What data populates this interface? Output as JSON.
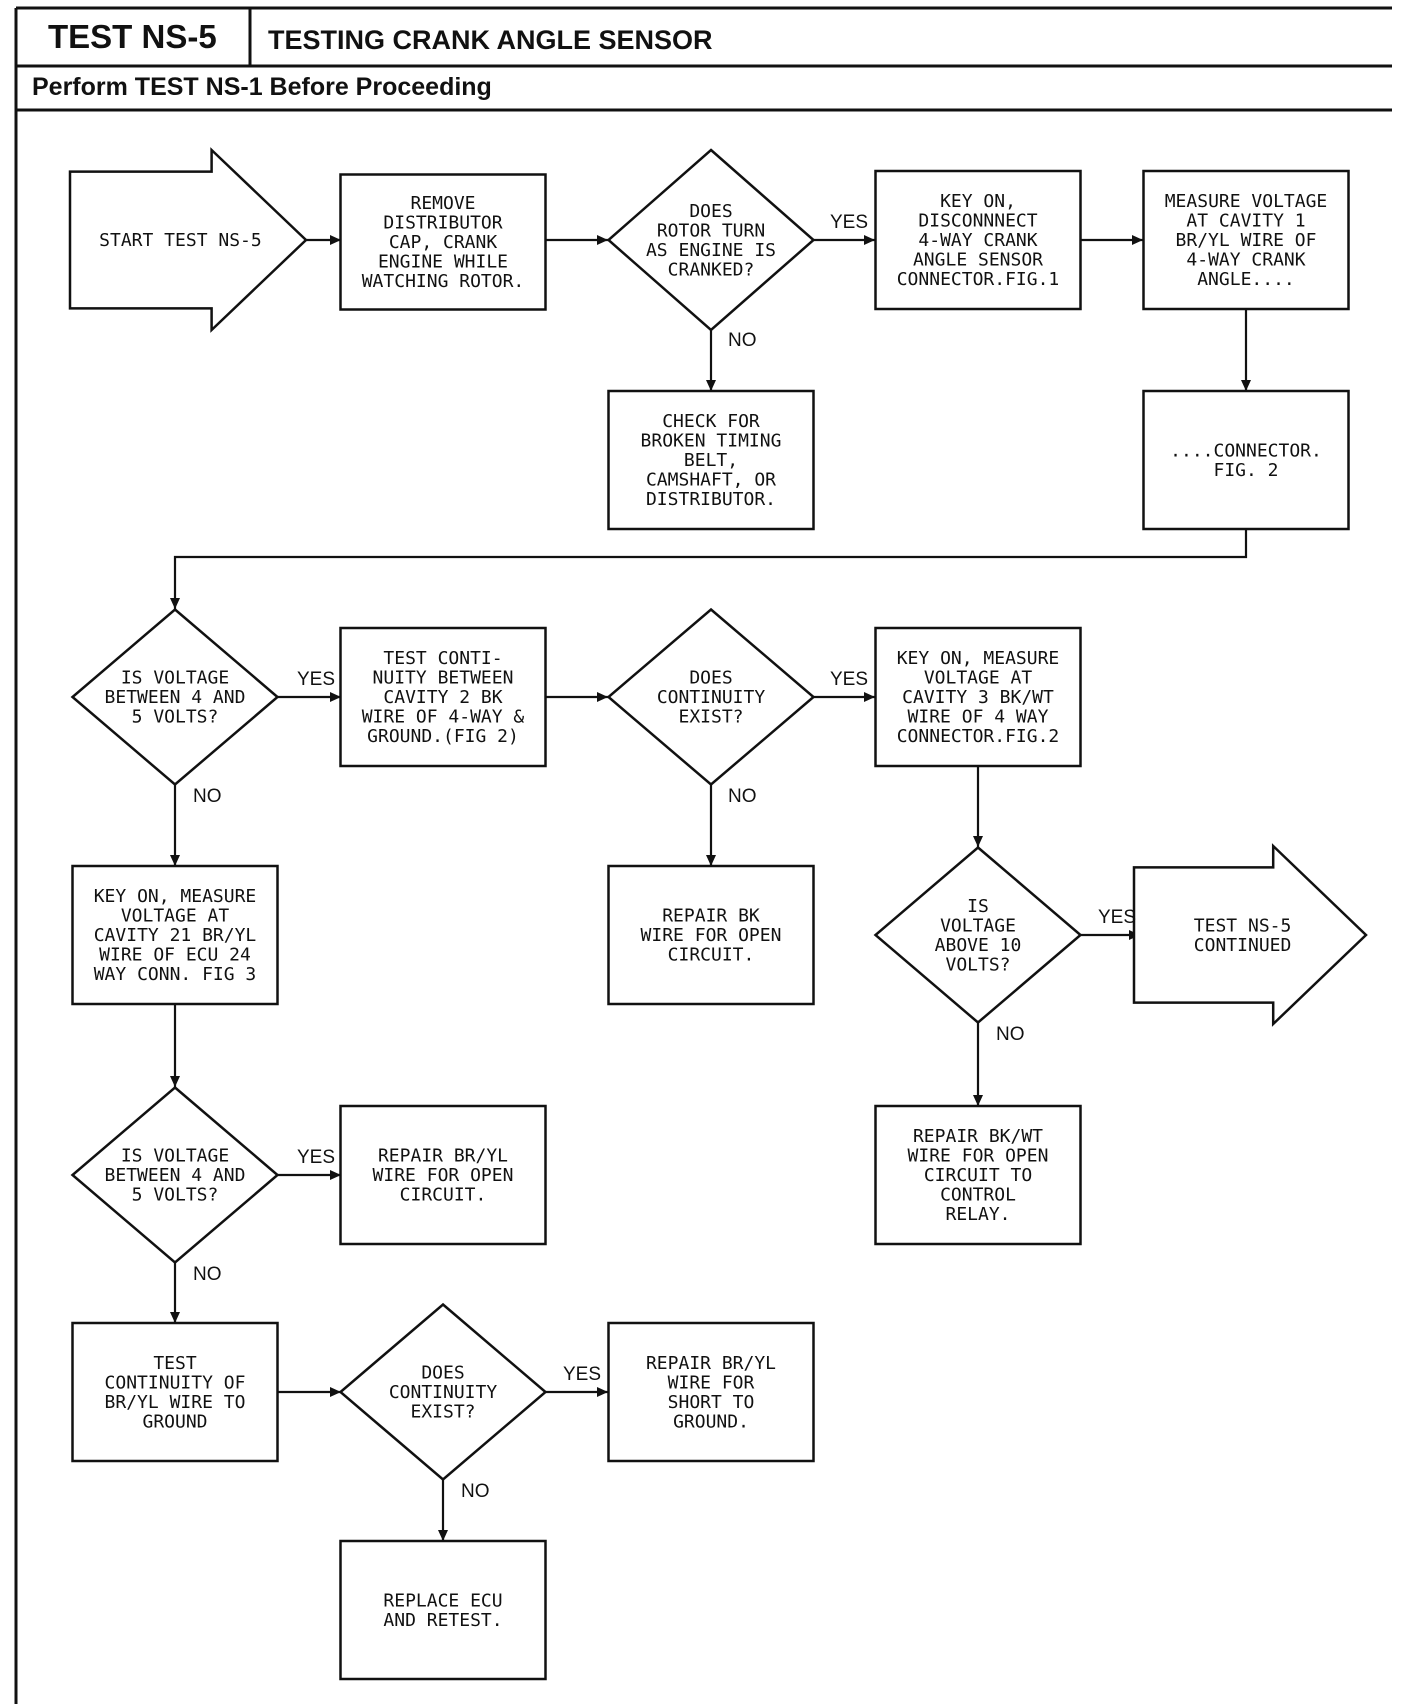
{
  "header": {
    "test_id": "TEST NS-5",
    "title": "TESTING CRANK ANGLE SENSOR",
    "prerequisite": "Perform TEST NS-1 Before Proceeding"
  },
  "labels": {
    "yes": "YES",
    "no": "NO"
  },
  "nodes": [
    {
      "id": "start",
      "shape": "arrow",
      "lines": [
        "START TEST NS-5"
      ]
    },
    {
      "id": "remove-cap",
      "shape": "process",
      "lines": [
        "REMOVE",
        "DISTRIBUTOR",
        "CAP, CRANK",
        "ENGINE WHILE",
        "WATCHING ROTOR."
      ]
    },
    {
      "id": "rotor-turn",
      "shape": "decision",
      "lines": [
        "DOES",
        "ROTOR TURN",
        "AS ENGINE IS",
        "CRANKED?"
      ]
    },
    {
      "id": "check-belt",
      "shape": "process",
      "lines": [
        "CHECK FOR",
        "BROKEN TIMING",
        "BELT,",
        "CAMSHAFT, OR",
        "DISTRIBUTOR."
      ]
    },
    {
      "id": "disconnect",
      "shape": "process",
      "lines": [
        "KEY ON,",
        "DISCONNNECT",
        "4-WAY CRANK",
        "ANGLE SENSOR",
        "CONNECTOR.FIG.1"
      ]
    },
    {
      "id": "measure-cav1",
      "shape": "process",
      "lines": [
        "MEASURE VOLTAGE",
        "AT CAVITY 1",
        "BR/YL WIRE OF",
        "4-WAY CRANK",
        "ANGLE...."
      ]
    },
    {
      "id": "connector-fig2",
      "shape": "process",
      "lines": [
        "....CONNECTOR.",
        "FIG. 2"
      ]
    },
    {
      "id": "volt-4-5-a",
      "shape": "decision",
      "lines": [
        "IS VOLTAGE",
        "BETWEEN 4 AND",
        "5 VOLTS?"
      ]
    },
    {
      "id": "test-cav2",
      "shape": "process",
      "lines": [
        "TEST CONTI-",
        "NUITY BETWEEN",
        "CAVITY 2 BK",
        "WIRE OF 4-WAY &",
        "GROUND.(FIG 2)"
      ]
    },
    {
      "id": "cont-exist-a",
      "shape": "decision",
      "lines": [
        "DOES",
        "CONTINUITY",
        "EXIST?"
      ]
    },
    {
      "id": "repair-bk",
      "shape": "process",
      "lines": [
        "REPAIR BK",
        "WIRE FOR OPEN",
        "CIRCUIT."
      ]
    },
    {
      "id": "measure-cav3",
      "shape": "process",
      "lines": [
        "KEY ON, MEASURE",
        "VOLTAGE AT",
        "CAVITY 3 BK/WT",
        "WIRE OF 4 WAY",
        "CONNECTOR.FIG.2"
      ]
    },
    {
      "id": "volt-above-10",
      "shape": "decision",
      "lines": [
        "IS",
        "VOLTAGE",
        "ABOVE 10",
        "VOLTS?"
      ]
    },
    {
      "id": "continued",
      "shape": "arrow",
      "lines": [
        "TEST NS-5",
        "CONTINUED"
      ]
    },
    {
      "id": "repair-bkwt",
      "shape": "process",
      "lines": [
        "REPAIR BK/WT",
        "WIRE FOR OPEN",
        "CIRCUIT TO",
        "CONTROL",
        "RELAY."
      ]
    },
    {
      "id": "measure-cav21",
      "shape": "process",
      "lines": [
        "KEY ON, MEASURE",
        "VOLTAGE AT",
        "CAVITY 21 BR/YL",
        "WIRE OF ECU 24",
        "WAY CONN. FIG 3"
      ]
    },
    {
      "id": "volt-4-5-b",
      "shape": "decision",
      "lines": [
        "IS VOLTAGE",
        "BETWEEN 4 AND",
        "5 VOLTS?"
      ]
    },
    {
      "id": "repair-bryl-open",
      "shape": "process",
      "lines": [
        "REPAIR BR/YL",
        "WIRE FOR OPEN",
        "CIRCUIT."
      ]
    },
    {
      "id": "test-bryl-ground",
      "shape": "process",
      "lines": [
        "TEST",
        "CONTINUITY OF",
        "BR/YL WIRE TO",
        "GROUND"
      ]
    },
    {
      "id": "cont-exist-b",
      "shape": "decision",
      "lines": [
        "DOES",
        "CONTINUITY",
        "EXIST?"
      ]
    },
    {
      "id": "repair-bryl-short",
      "shape": "process",
      "lines": [
        "REPAIR BR/YL",
        "WIRE FOR",
        "SHORT TO",
        "GROUND."
      ]
    },
    {
      "id": "replace-ecu",
      "shape": "process",
      "lines": [
        "REPLACE ECU",
        "AND RETEST."
      ]
    }
  ],
  "edges": [
    {
      "from": "start",
      "to": "remove-cap"
    },
    {
      "from": "remove-cap",
      "to": "rotor-turn"
    },
    {
      "from": "rotor-turn",
      "to": "disconnect",
      "label": "YES"
    },
    {
      "from": "rotor-turn",
      "to": "check-belt",
      "label": "NO"
    },
    {
      "from": "disconnect",
      "to": "measure-cav1"
    },
    {
      "from": "measure-cav1",
      "to": "connector-fig2"
    },
    {
      "from": "connector-fig2",
      "to": "volt-4-5-a"
    },
    {
      "from": "volt-4-5-a",
      "to": "test-cav2",
      "label": "YES"
    },
    {
      "from": "volt-4-5-a",
      "to": "measure-cav21",
      "label": "NO"
    },
    {
      "from": "test-cav2",
      "to": "cont-exist-a"
    },
    {
      "from": "cont-exist-a",
      "to": "measure-cav3",
      "label": "YES"
    },
    {
      "from": "cont-exist-a",
      "to": "repair-bk",
      "label": "NO"
    },
    {
      "from": "measure-cav3",
      "to": "volt-above-10"
    },
    {
      "from": "volt-above-10",
      "to": "continued",
      "label": "YES"
    },
    {
      "from": "volt-above-10",
      "to": "repair-bkwt",
      "label": "NO"
    },
    {
      "from": "measure-cav21",
      "to": "volt-4-5-b"
    },
    {
      "from": "volt-4-5-b",
      "to": "repair-bryl-open",
      "label": "YES"
    },
    {
      "from": "volt-4-5-b",
      "to": "test-bryl-ground",
      "label": "NO"
    },
    {
      "from": "test-bryl-ground",
      "to": "cont-exist-b"
    },
    {
      "from": "cont-exist-b",
      "to": "repair-bryl-short",
      "label": "YES"
    },
    {
      "from": "cont-exist-b",
      "to": "replace-ecu",
      "label": "NO"
    }
  ]
}
